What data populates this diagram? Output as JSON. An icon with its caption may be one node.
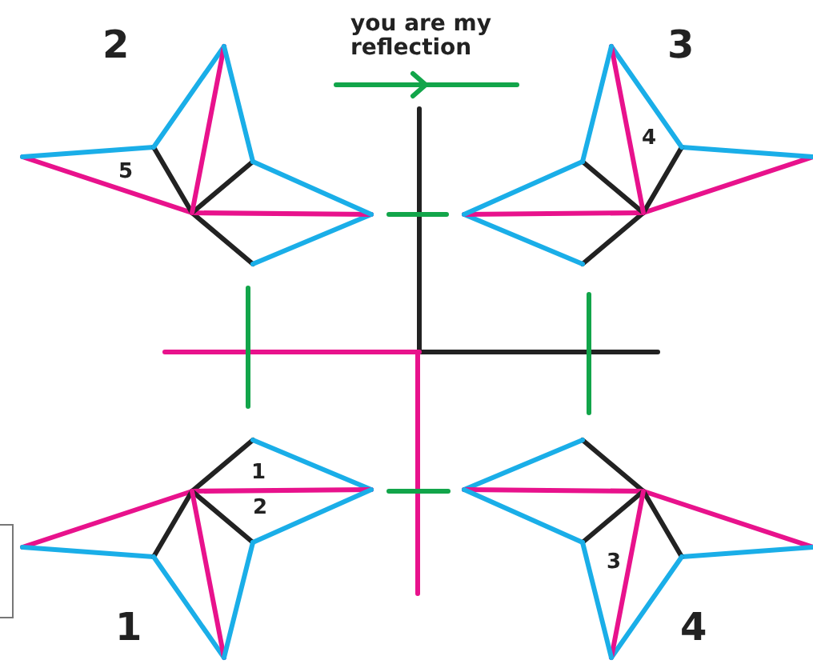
{
  "diagram": {
    "labels": [
      "2",
      "you are my reflection",
      "3",
      "4",
      "5",
      "1",
      "2",
      "3",
      "1",
      "4"
    ]
  }
}
